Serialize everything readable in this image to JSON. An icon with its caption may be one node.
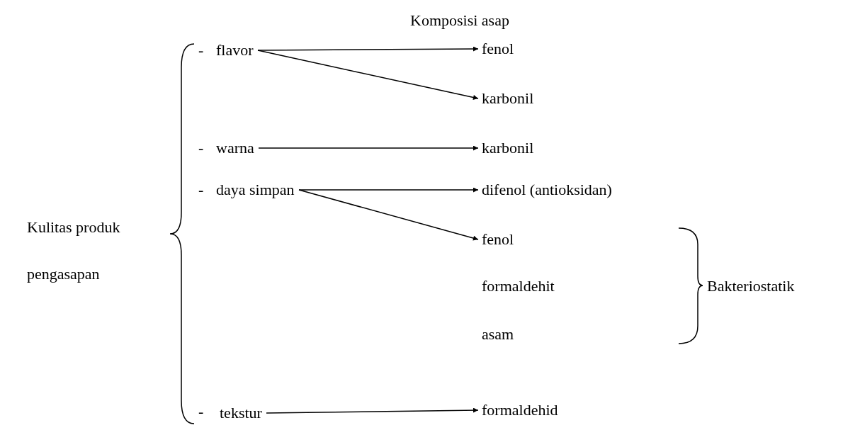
{
  "diagram": {
    "nodes": [
      {
        "text": [
          "flavor"
        ]
      },
      {
        "text": [
          "fenol"
        ]
      },
      {
        "text": [
          "karbonil"
        ]
      },
      {
        "text": [
          "warna"
        ]
      },
      {
        "text": [
          "karbonil"
        ]
      },
      {
        "text": [
          "daya simpan"
        ]
      },
      {
        "text": [
          "difenol (antioksidan)"
        ]
      },
      {
        "text": [
          "fenol"
        ]
      },
      {
        "text": [
          "tekstur"
        ]
      },
      {
        "text": [
          "formaldehid"
        ]
      }
    ],
    "edges": [
      {
        "from": 0,
        "to": 1,
        "arrow": "to"
      },
      {
        "from": 0,
        "to": 2,
        "arrow": "to"
      },
      {
        "from": 3,
        "to": 4,
        "arrow": "to"
      },
      {
        "from": 5,
        "to": 6,
        "arrow": "to"
      },
      {
        "from": 5,
        "to": 7,
        "arrow": "to"
      },
      {
        "from": 8,
        "to": 9,
        "arrow": "to"
      }
    ],
    "labels": [
      "Komposisi asap",
      "-",
      "-",
      "Kulitas produk pengasapan",
      "-",
      "formaldehit",
      "asam",
      "Bakteriostatik",
      "-"
    ]
  }
}
